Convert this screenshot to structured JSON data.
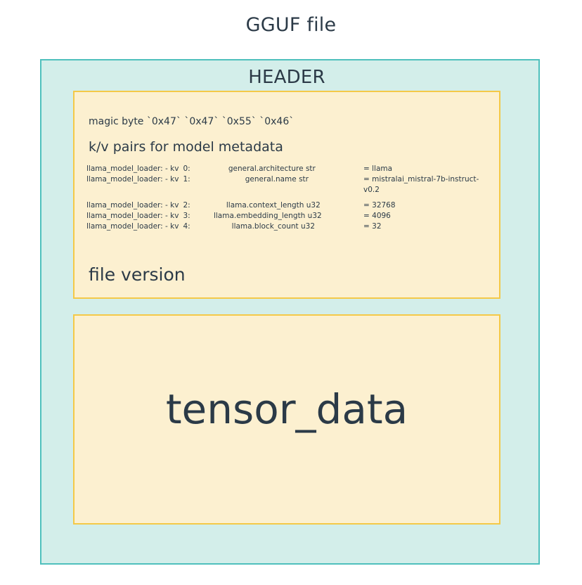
{
  "title": "GGUF file",
  "container": {
    "label": "HEADER",
    "fill_color": "#d3eeea",
    "border_color": "#4fc0bd"
  },
  "header_panel": {
    "fill_color": "#fcf0d0",
    "border_color": "#f4c948",
    "magic_byte_line": "magic byte `0x47` `0x47` `0x55` `0x46`",
    "kv_heading": "k/v pairs for model metadata",
    "kv_rows": [
      {
        "loader": "llama_model_loader: - kv",
        "index": "0:",
        "key": "general.architecture str",
        "value": "= llama"
      },
      {
        "loader": "llama_model_loader: - kv",
        "index": "1:",
        "key": "general.name str",
        "value": "= mistralai_mistral-7b-instruct-v0.2"
      },
      {
        "loader": "llama_model_loader: - kv",
        "index": "2:",
        "key": "llama.context_length u32",
        "value": "= 32768"
      },
      {
        "loader": "llama_model_loader: - kv",
        "index": "3:",
        "key": "llama.embedding_length u32",
        "value": "= 4096"
      },
      {
        "loader": "llama_model_loader: - kv",
        "index": "4:",
        "key": "llama.block_count u32",
        "value": "= 32"
      }
    ],
    "file_version_label": "file version"
  },
  "tensor_panel": {
    "fill_color": "#fcf0d0",
    "border_color": "#f4c948",
    "label": "tensor_data"
  },
  "text_color": "#2b3a47"
}
